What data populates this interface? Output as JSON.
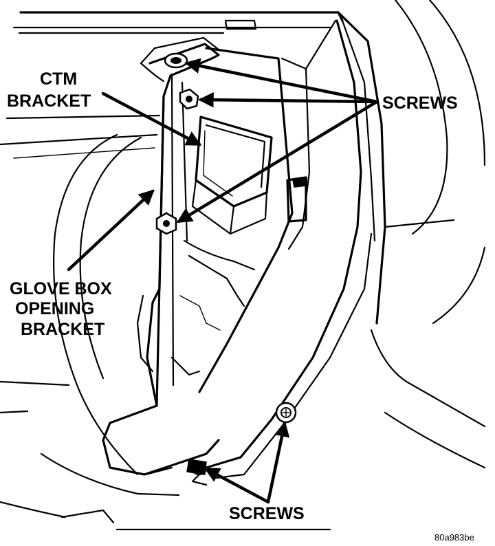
{
  "labels": {
    "ctm_bracket_line1": "CTM",
    "ctm_bracket_line2": "BRACKET",
    "screws_upper": "SCREWS",
    "glove_box_line1": "GLOVE BOX",
    "glove_box_line2": "OPENING",
    "glove_box_line3": "BRACKET",
    "screws_lower": "SCREWS"
  },
  "figure_code": "80a983be",
  "colors": {
    "ink": "#000000",
    "paper": "#ffffff"
  }
}
